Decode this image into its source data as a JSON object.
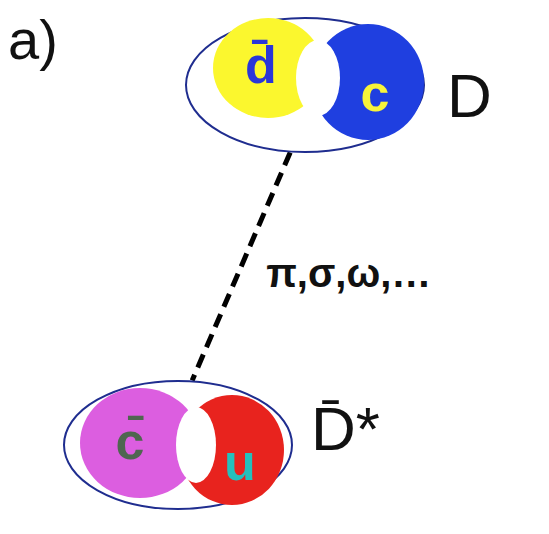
{
  "diagram": {
    "nodes": [
      {
        "text": [
          "D"
        ]
      },
      {
        "text": [
          "d̄"
        ],
        "in": 0
      },
      {
        "text": [
          "c"
        ],
        "in": 0
      },
      {
        "text": [
          "D̄*"
        ]
      },
      {
        "text": [
          "c̄"
        ],
        "in": 3
      },
      {
        "text": [
          "u"
        ],
        "in": 3
      }
    ],
    "edges": [
      {
        "from": 0,
        "to": 3,
        "arrow": "none",
        "label": "π,σ,ω,…"
      }
    ],
    "labels": [
      "a)"
    ]
  }
}
